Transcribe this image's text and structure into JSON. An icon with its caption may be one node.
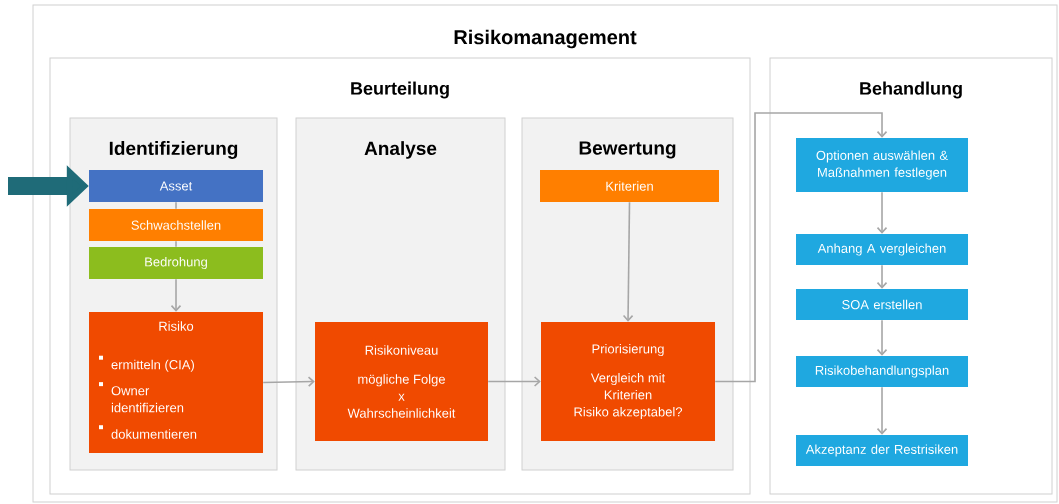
{
  "diagram": {
    "nodes": [
      {
        "text": [
          "Risikomanagement"
        ]
      },
      {
        "text": [
          "Beurteilung"
        ],
        "in": 0
      },
      {
        "text": [
          "Identifizierung"
        ],
        "in": 1
      },
      {
        "text": [
          "Analyse"
        ],
        "in": 1
      },
      {
        "text": [
          "Bewertung"
        ],
        "in": 1
      },
      {
        "text": [
          "Behandlung"
        ],
        "in": 0
      },
      {
        "text": [
          "Asset"
        ],
        "in": 2
      },
      {
        "text": [
          "Schwachstellen"
        ],
        "in": 2
      },
      {
        "text": [
          "Bedrohung"
        ],
        "in": 2
      },
      {
        "text": [
          "Risiko",
          "ermitteln (CIA)",
          "Owner identifizieren",
          "dokumentieren"
        ],
        "in": 2
      },
      {
        "text": [
          "Risikoniveau",
          "mögliche Folge",
          "x",
          "Wahrscheinlichkeit"
        ],
        "in": 3
      },
      {
        "text": [
          "Kriterien"
        ],
        "in": 4
      },
      {
        "text": [
          "Priorisierung",
          "Vergleich mit",
          "Kriterien",
          "Risiko akzeptabel?"
        ],
        "in": 4
      },
      {
        "text": [
          "Optionen auswählen & Maßnahmen festlegen"
        ],
        "in": 5
      },
      {
        "text": [
          "Anhang A vergleichen"
        ],
        "in": 5
      },
      {
        "text": [
          "SOA erstellen"
        ],
        "in": 5
      },
      {
        "text": [
          "Risikobehandlungsplan"
        ],
        "in": 5
      },
      {
        "text": [
          "Akzeptanz der Restrisiken"
        ],
        "in": 5
      }
    ],
    "edges": [
      {
        "from": null,
        "to": 6,
        "arrow": "to",
        "style": "thick",
        "color": "#1f6b78"
      },
      {
        "from": 6,
        "to": 7,
        "arrow": "none"
      },
      {
        "from": 7,
        "to": 8,
        "arrow": "none"
      },
      {
        "from": 8,
        "to": 9,
        "arrow": "to"
      },
      {
        "from": 9,
        "to": 10,
        "arrow": "to"
      },
      {
        "from": 10,
        "to": 12,
        "arrow": "to"
      },
      {
        "from": 11,
        "to": 12,
        "arrow": "to"
      },
      {
        "from": 12,
        "to": 13,
        "arrow": "to"
      },
      {
        "from": 13,
        "to": 14,
        "arrow": "to"
      },
      {
        "from": 14,
        "to": 15,
        "arrow": "to"
      },
      {
        "from": 15,
        "to": 16,
        "arrow": "to"
      },
      {
        "from": 16,
        "to": 17,
        "arrow": "to"
      }
    ]
  }
}
